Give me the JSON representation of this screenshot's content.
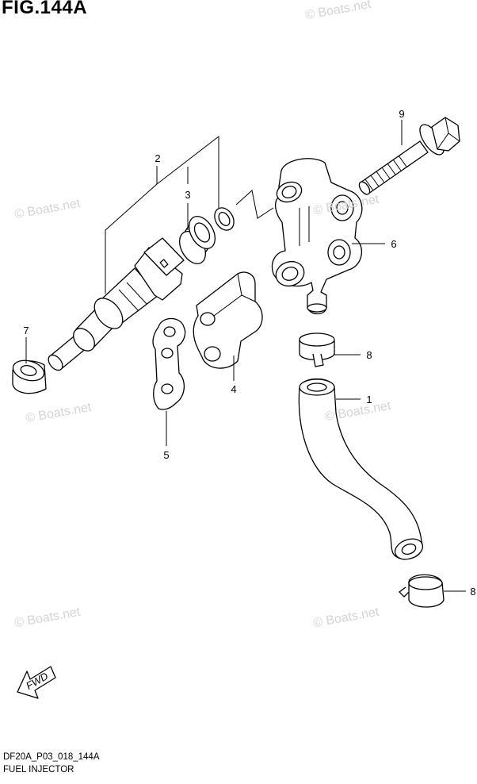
{
  "figure": {
    "title": "FIG.144A",
    "drawing_code": "DF20A_P03_018_144A",
    "caption": "FUEL INJECTOR"
  },
  "watermark": {
    "text": "© Boats.net",
    "color": "#d4d4d4"
  },
  "direction_arrow": {
    "label": "FWD"
  },
  "callouts": [
    {
      "id": "1",
      "label": "1",
      "part": "fuel hose"
    },
    {
      "id": "2",
      "label": "2",
      "part": "fuel injector"
    },
    {
      "id": "3",
      "label": "3",
      "part": "seal"
    },
    {
      "id": "4",
      "label": "4",
      "part": "injector holder block"
    },
    {
      "id": "5",
      "label": "5",
      "part": "gasket"
    },
    {
      "id": "6",
      "label": "6",
      "part": "fuel rail"
    },
    {
      "id": "7",
      "label": "7",
      "part": "cushion ring"
    },
    {
      "id": "8",
      "label": "8",
      "part": "hose clip"
    },
    {
      "id": "8b",
      "label": "8",
      "part": "hose clip"
    },
    {
      "id": "9",
      "label": "9",
      "part": "bolt"
    }
  ]
}
